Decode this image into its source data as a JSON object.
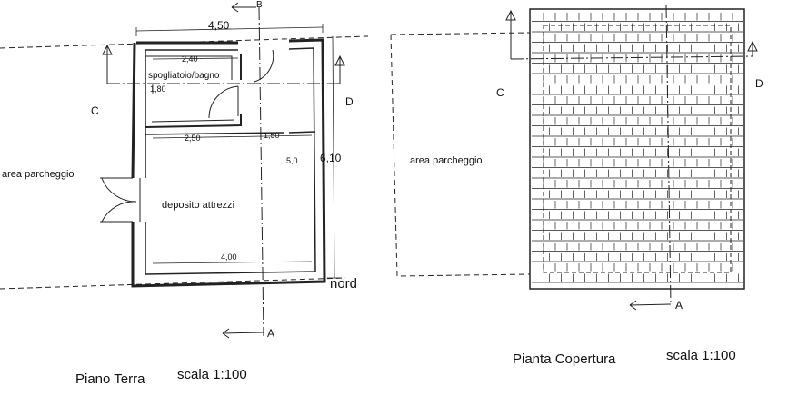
{
  "ground_plan": {
    "title": "Piano Terra",
    "scale": "scala 1:100",
    "dim_total_width": "4,50",
    "dim_total_depth": "6,10",
    "dim_bath_width": "2,40",
    "dim_bath_depth": "1,80",
    "dim_depot_a": "2,50",
    "dim_depot_b": "1,50",
    "dim_depot_width": "4,00",
    "dim_small": "5,0",
    "room_bath": "spogliatoio/bagno",
    "room_depot": "deposito attrezzi",
    "parking": "area parcheggio",
    "north": "nord",
    "section_a": "A",
    "section_b": "B",
    "section_c": "C",
    "section_d": "D"
  },
  "roof_plan": {
    "title": "Pianta Copertura",
    "scale": "scala 1:100",
    "parking": "area parcheggio",
    "section_a": "A",
    "section_c": "C",
    "section_d": "D"
  }
}
